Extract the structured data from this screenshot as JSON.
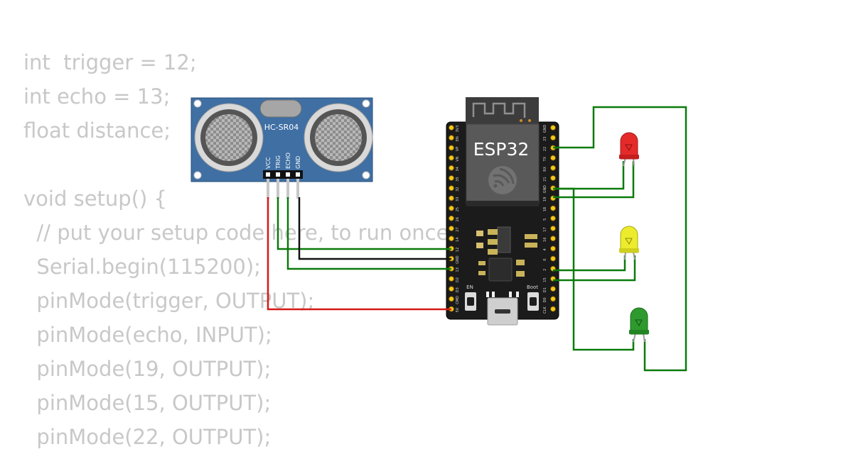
{
  "code": {
    "lines": [
      "int  trigger = 12;",
      "int echo = 13;",
      "float distance;",
      "",
      "void setup() {",
      "  // put your setup code here, to run once:",
      "  Serial.begin(115200);",
      "  pinMode(trigger, OUTPUT);",
      "  pinMode(echo, INPUT);",
      "  pinMode(19, OUTPUT);",
      "  pinMode(15, OUTPUT);",
      "  pinMode(22, OUTPUT);"
    ]
  },
  "sensor": {
    "name": "HC-SR04",
    "pins": [
      "VCC",
      "TRIG",
      "ECHO",
      "GND"
    ]
  },
  "board": {
    "name": "ESP32",
    "en_label": "EN",
    "boot_label": "Boot",
    "left_pins": [
      "3V3",
      "EN",
      "VP",
      "VN",
      "34",
      "35",
      "32",
      "33",
      "25",
      "26",
      "27",
      "14",
      "12",
      "GND",
      "13",
      "D2",
      "D3",
      "CMD",
      "5V"
    ],
    "right_pins": [
      "GND",
      "23",
      "22",
      "TX",
      "RX",
      "21",
      "GND",
      "19",
      "18",
      "5",
      "17",
      "16",
      "4",
      "0",
      "2",
      "15",
      "D1",
      "D0",
      "CLK"
    ]
  },
  "leds": [
    {
      "color": "red",
      "fill": "#e52a2a"
    },
    {
      "color": "yellow",
      "fill": "#ecec2c"
    },
    {
      "color": "green",
      "fill": "#2e9a2e"
    }
  ],
  "wire_colors": {
    "signal": "#0a7a0a",
    "power": "#d81818",
    "ground": "#111111"
  }
}
